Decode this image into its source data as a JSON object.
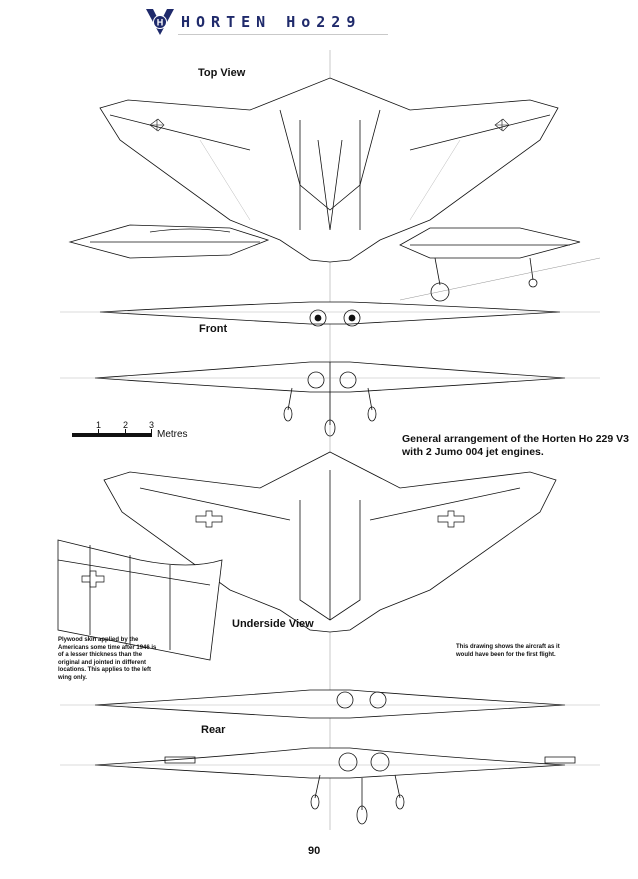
{
  "header": {
    "logo_letter": "H",
    "title": "HORTEN Ho229"
  },
  "views": {
    "top": "Top View",
    "front": "Front",
    "underside": "Underside View",
    "rear": "Rear"
  },
  "scale": {
    "ticks": [
      "1",
      "2",
      "3"
    ],
    "unit": "Metres"
  },
  "caption": "General arrangement of the Horten Ho 229 V3 with 2 Jumo 004 jet engines.",
  "notes": {
    "plywood": "Plywood skin applied by the Americans some time after 1946 is of a lesser thickness than the original and jointed in different locations. This applies to the left wing only.",
    "first_flight": "This drawing shows the aircraft as it would have been for the first flight."
  },
  "page_number": "90",
  "colors": {
    "ink": "#111111",
    "title_blue": "#1f2a6b",
    "rule_gray": "#c9c9c9"
  }
}
